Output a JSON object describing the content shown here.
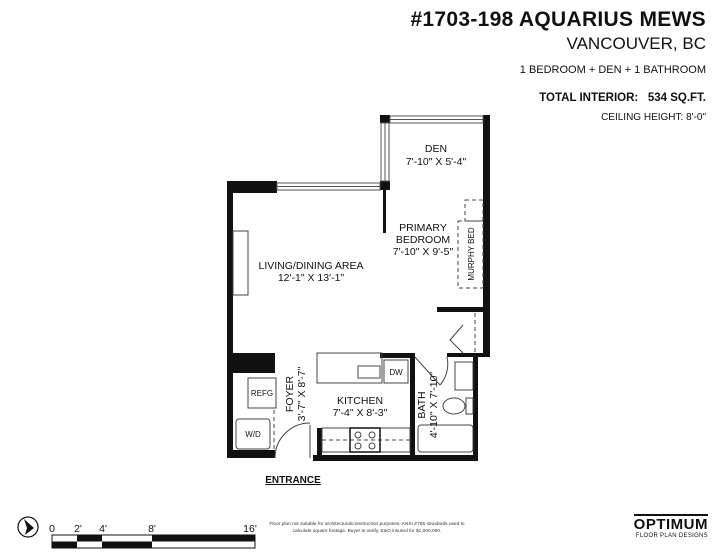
{
  "header": {
    "title": "#1703-198 AQUARIUS MEWS",
    "city": "VANCOUVER, BC",
    "rooms": "1 BEDROOM + DEN + 1 BATHROOM",
    "total_interior_label": "TOTAL INTERIOR:",
    "total_interior_value": "534 SQ.FT.",
    "ceiling_height": "CEILING HEIGHT: 8'-0\""
  },
  "rooms": {
    "den": {
      "name": "DEN",
      "size": "7'-10\" X 5'-4\""
    },
    "bedroom": {
      "name1": "PRIMARY",
      "name2": "BEDROOM",
      "size": "7'-10\" X 9'-5\""
    },
    "living": {
      "name": "LIVING/DINING AREA",
      "size": "12'-1\" X 13'-1\""
    },
    "kitchen": {
      "name": "KITCHEN",
      "size": "7'-4\" X 8'-3\""
    },
    "foyer": {
      "name": "FOYER",
      "size": "3'-7\" X 8'-7\""
    },
    "bath": {
      "name": "BATH",
      "size": "4'-10\" X 7'-10\""
    }
  },
  "fixtures": {
    "murphy_bed": "MURPHY BED",
    "fridge": "REFG",
    "washer_dryer": "W/D",
    "dishwasher": "DW"
  },
  "entrance": "ENTRANCE",
  "scale": {
    "ticks": [
      "0",
      "2'",
      "4'",
      "8'",
      "16'"
    ]
  },
  "disclaimer": "Floor plan not suitable for architectural/construction purposes. ANSI Z765 standards used to calculate square footage. Buyer to verify. E&O insured for $1,000,000.",
  "logo": {
    "name": "OPTIMUM",
    "tagline": "FLOOR PLAN DESIGNS"
  },
  "icons": {
    "compass": "north-arrow-icon"
  }
}
